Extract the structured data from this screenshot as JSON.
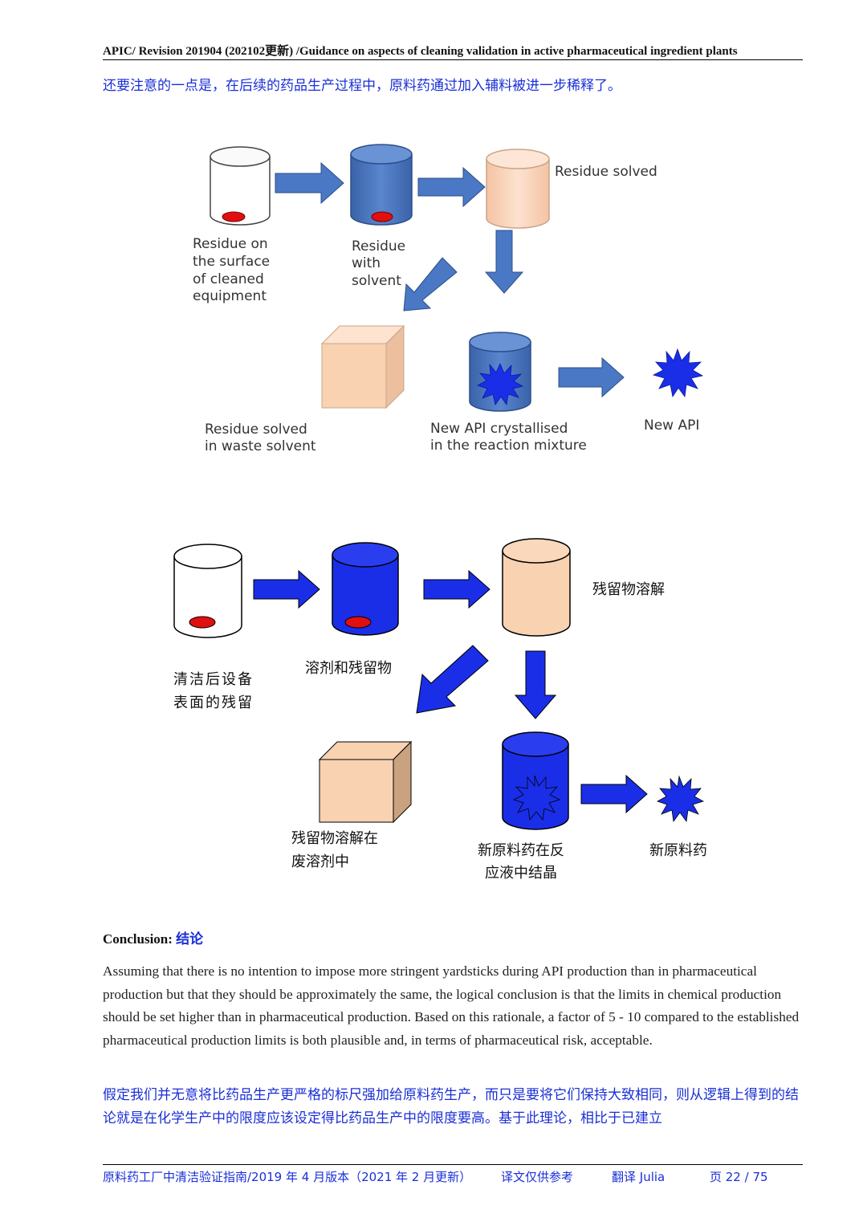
{
  "header": {
    "title": "APIC/ Revision 201904 (202102更新) /Guidance on aspects of cleaning validation in active pharmaceutical ingredient plants"
  },
  "intro_cn": "还要注意的一点是，在后续的药品生产过程中，原料药通过加入辅料被进一步稀释了。",
  "diagram_en": {
    "residue_solved": "Residue solved",
    "residue_on_surface": [
      "Residue on",
      "the surface",
      "of cleaned",
      "equipment"
    ],
    "residue_with_solvent": [
      "Residue",
      "with",
      "solvent"
    ],
    "residue_in_waste": [
      "Residue solved",
      "in waste solvent"
    ],
    "new_api_crystallised": [
      "New API crystallised",
      "in the reaction mixture"
    ],
    "new_api": "New API"
  },
  "diagram_cn": {
    "residue_solved": "残留物溶解",
    "residue_on_surface": [
      "清洁后设备",
      "表面的残留"
    ],
    "residue_with_solvent": "溶剂和残留物",
    "residue_in_waste": [
      "残留物溶解在",
      "废溶剂中"
    ],
    "new_api_crystallised": [
      "新原料药在反",
      "应液中结晶"
    ],
    "new_api": "新原料药"
  },
  "conclusion": {
    "label": "Conclusion:",
    "label_cn": "结论",
    "paragraph_en": "Assuming that there is no intention to impose more stringent yardsticks during API production than in pharmaceutical production but that they should be approximately the same, the logical conclusion is that the limits in chemical production should be set higher than in pharmaceutical production. Based on this rationale, a factor of 5 - 10 compared to the established pharmaceutical production limits is both plausible and, in terms of pharmaceutical risk, acceptable.",
    "paragraph_cn": "假定我们并无意将比药品生产更严格的标尺强加给原料药生产，而只是要将它们保持大致相同，则从逻辑上得到的结论就是在化学生产中的限度应该设定得比药品生产中的限度要高。基于此理论，相比于已建立"
  },
  "footer": {
    "doc_title": "原料药工厂中清洁验证指南/2019 年 4 月版本（2021 年 2 月更新）",
    "note": "译文仅供参考",
    "translator": "翻译  Julia",
    "page": "页  22 / 75"
  },
  "colors": {
    "blue_text": "#1a2fd6",
    "vessel_blue_en": "#4a78c4",
    "vessel_blue_cn": "#1a2ee8",
    "peach": "#f9d2b2",
    "residue_red": "#e01010"
  }
}
